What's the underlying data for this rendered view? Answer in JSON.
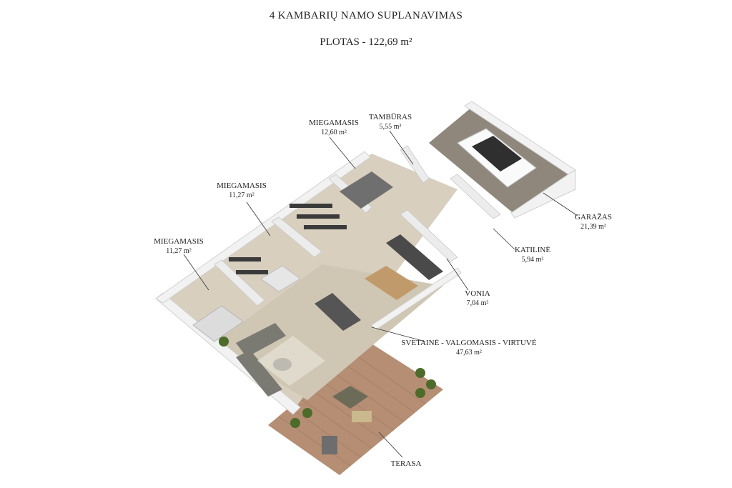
{
  "title": "4 KAMBARIŲ NAMO SUPLANAVIMAS",
  "total_area": "PLOTAS - 122,69 m²",
  "rooms": {
    "bedroom_1": {
      "name": "MIEGAMASIS",
      "area": "11,27 m²"
    },
    "bedroom_2": {
      "name": "MIEGAMASIS",
      "area": "11,27 m²"
    },
    "bedroom_3": {
      "name": "MIEGAMASIS",
      "area": "12,60 m²"
    },
    "vestibule": {
      "name": "TAMBŪRAS",
      "area": "5,55 m²"
    },
    "garage": {
      "name": "GARAŽAS",
      "area": "21,39 m²"
    },
    "boiler": {
      "name": "KATILINĖ",
      "area": "5,94 m²"
    },
    "bathroom": {
      "name": "VONIA",
      "area": "7,04 m²"
    },
    "living": {
      "name": "SVETAINĖ - VALGOMASIS - VIRTUVĖ",
      "area": "47,63 m²"
    },
    "terrace": {
      "name": "TERASA"
    }
  },
  "colors": {
    "wall": "#f2f2f2",
    "wall_side": "#d9d9d9",
    "floor_tile": "#cfc6b4",
    "floor_room": "#d8cfbf",
    "garage_floor": "#8f877c",
    "deck": "#b58e74",
    "sofa": "#7a7a72",
    "bed": "#6f6f6f",
    "kitchen_wood": "#c19a6b",
    "plant": "#4d6b2a"
  }
}
